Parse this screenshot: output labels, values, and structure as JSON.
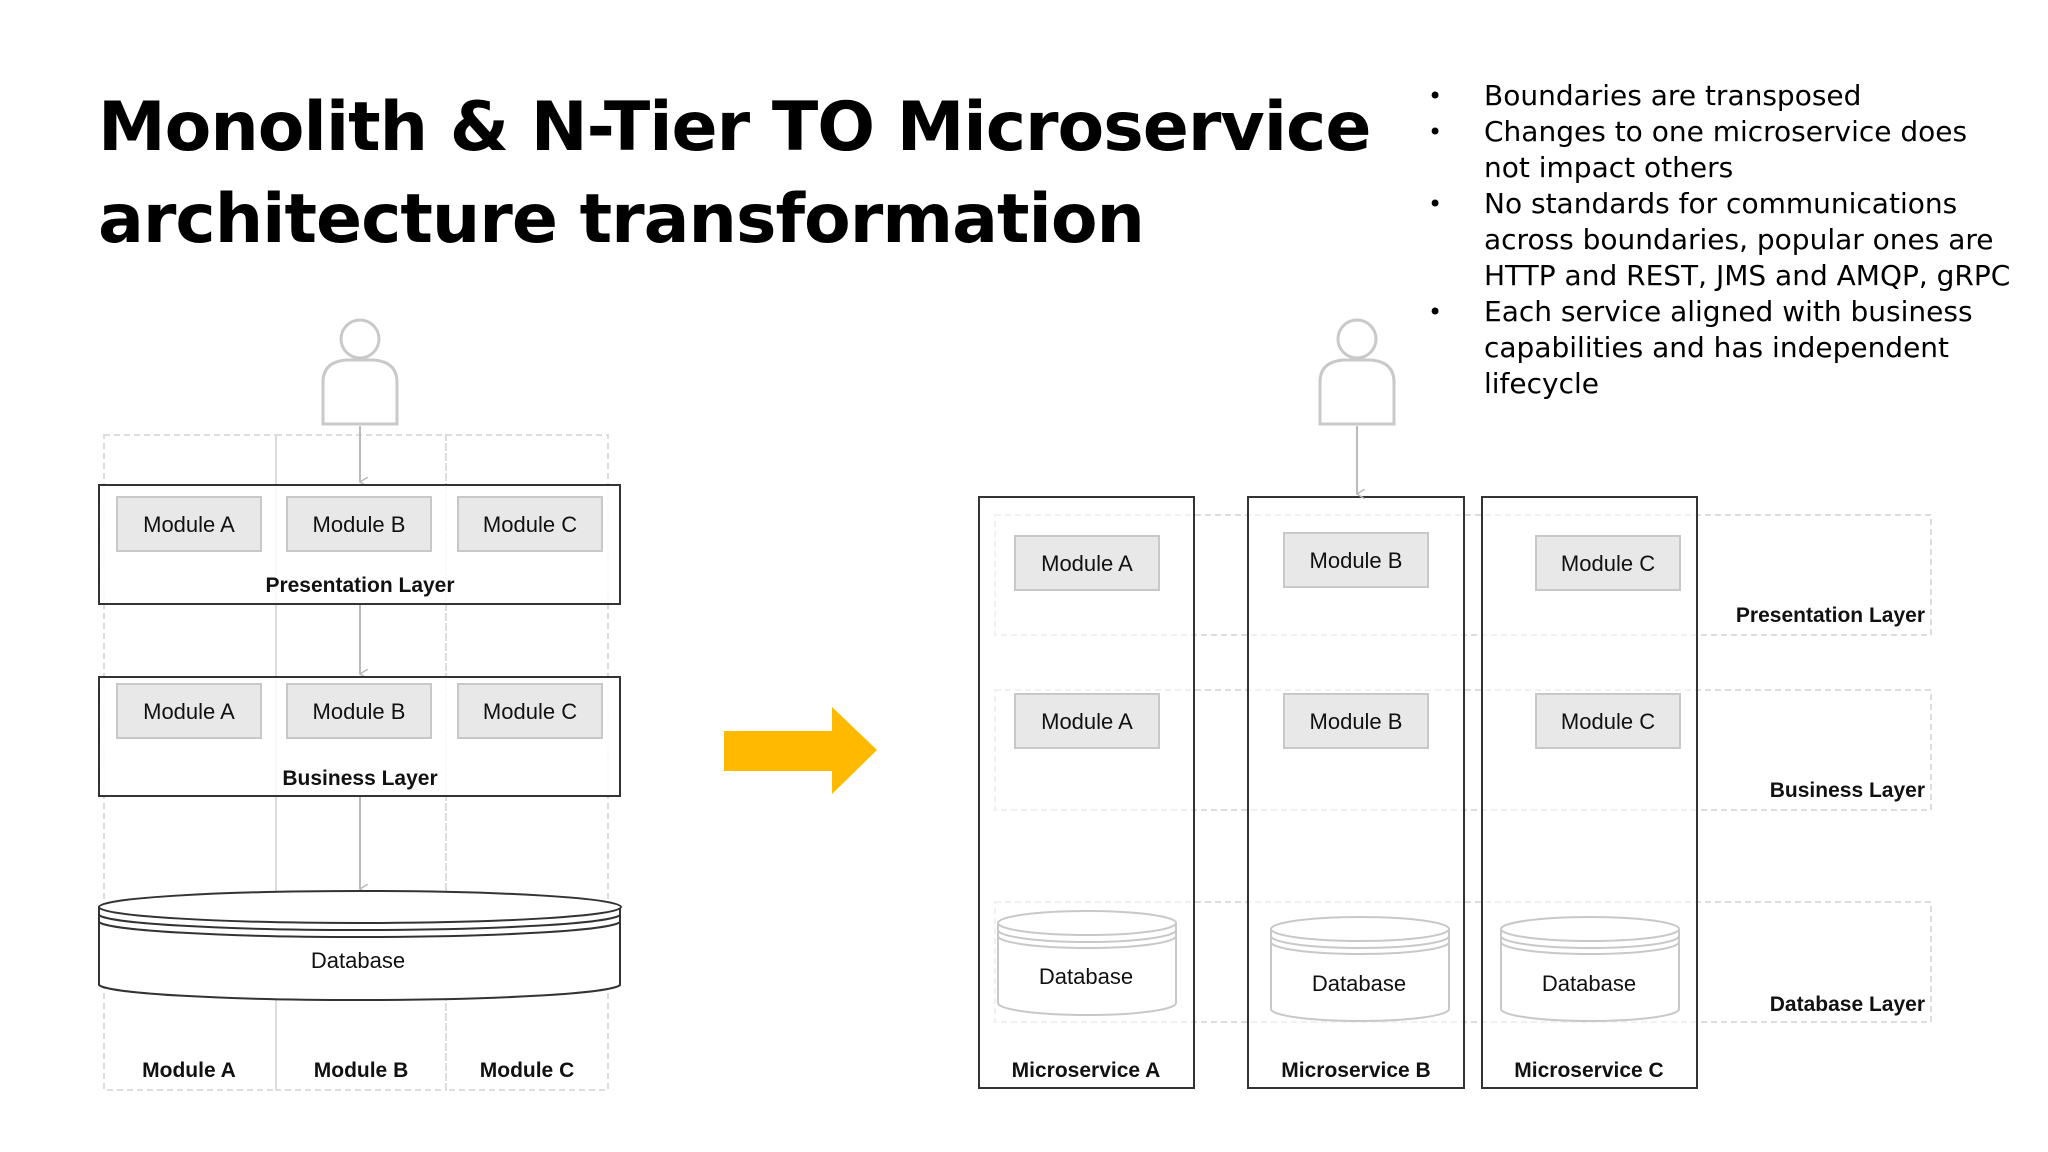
{
  "title": {
    "line1": "Monolith & N-Tier TO Microservice",
    "line2": "architecture transformation"
  },
  "bullets": [
    "Boundaries are transposed",
    "Changes to one microservice does not impact others",
    "No standards for communications across boundaries, popular ones are HTTP and REST, JMS and AMQP, gRPC",
    "Each service aligned with business capabilities and has independent lifecycle"
  ],
  "left": {
    "module_a": "Module A",
    "module_b": "Module B",
    "module_c": "Module C",
    "presentation_layer": "Presentation Layer",
    "business_layer": "Business Layer",
    "database": "Database",
    "col_a": "Module A",
    "col_b": "Module B",
    "col_c": "Module C"
  },
  "right": {
    "module_a": "Module A",
    "module_b": "Module B",
    "module_c": "Module C",
    "database": "Database",
    "presentation_layer": "Presentation Layer",
    "business_layer": "Business Layer",
    "database_layer": "Database Layer",
    "service_a": "Microservice A",
    "service_b": "Microservice B",
    "service_c": "Microservice C"
  },
  "colors": {
    "arrow": "#FFBA00",
    "module_fill": "#E8E8E8",
    "dashed": "#DDDDDD",
    "connector": "#BBBBBB"
  }
}
